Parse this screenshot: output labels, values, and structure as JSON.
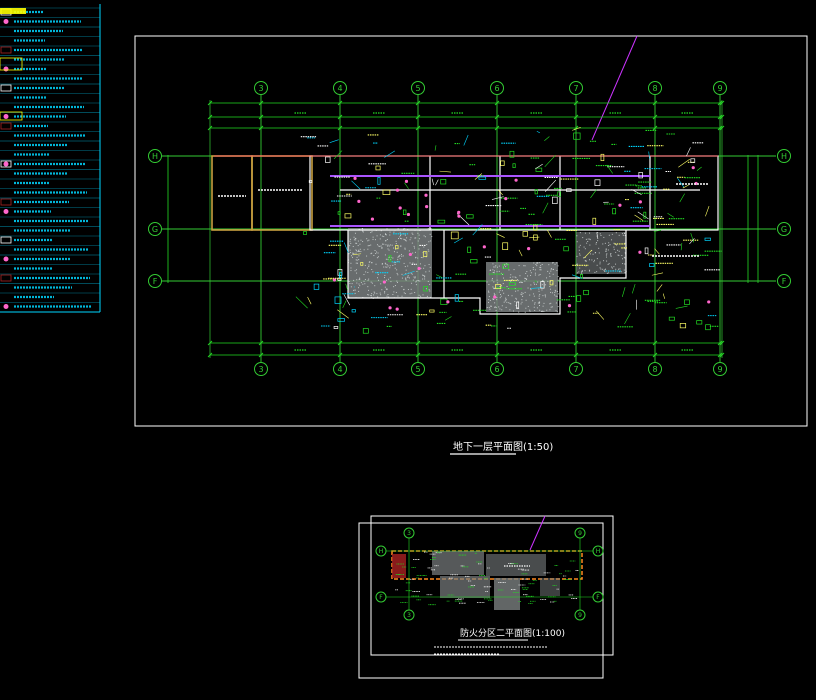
{
  "canvas": {
    "background": "#000000",
    "colors": {
      "frame": "#ffffff",
      "grid": "#33cc33",
      "wall": "#ffffff",
      "room_outline": "#c8a040",
      "legend": "#00d6ff",
      "leader": "#cc33ff",
      "hatch": "#9aa0a0",
      "dim": "#22dd22",
      "dark_red": "#aa2222",
      "orange": "#ff8a20",
      "title_line": "#ffffff"
    }
  },
  "main_plan": {
    "axis_numbers": [
      "3",
      "4",
      "5",
      "6",
      "7",
      "8",
      "9"
    ],
    "axis_letters": [
      "H",
      "G",
      "F"
    ],
    "title": "地下一层平面图(1:50)"
  },
  "mini_plan": {
    "axis_numbers": [
      "3",
      "9"
    ],
    "axis_letters": [
      "H",
      "F"
    ],
    "title": "防火分区二平面图(1:100)"
  },
  "legend": {
    "rows": 32
  }
}
